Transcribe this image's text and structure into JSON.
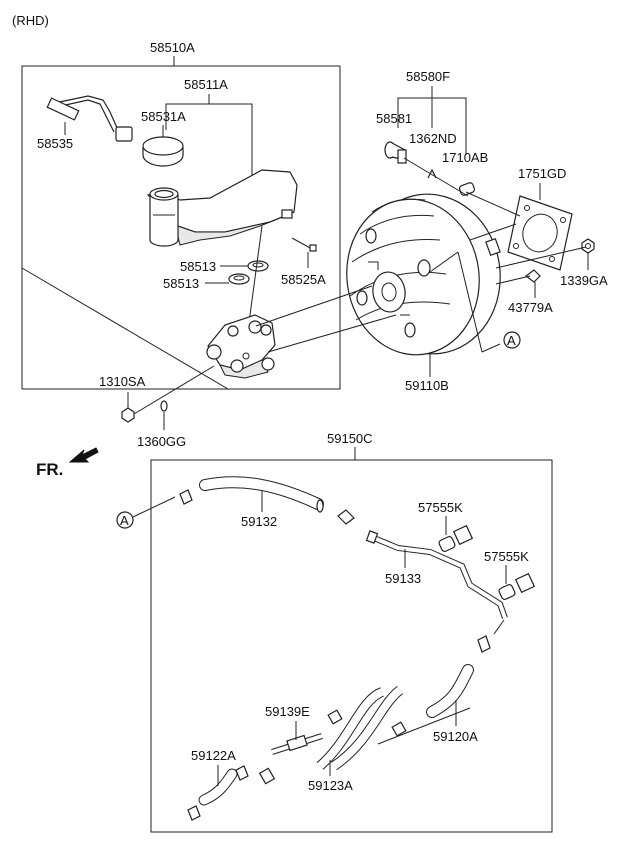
{
  "header": {
    "variant": "(RHD)"
  },
  "direction": {
    "label": "FR."
  },
  "groups": {
    "master_cylinder_assy": "58510A",
    "hose_assy": "59150C"
  },
  "parts": {
    "p58511A": "58511A",
    "p58531A": "58531A",
    "p58535": "58535",
    "p58513a": "58513",
    "p58513b": "58513",
    "p58525A": "58525A",
    "p58580F": "58580F",
    "p58581": "58581",
    "p1362ND": "1362ND",
    "p1710AB": "1710AB",
    "p1751GD": "1751GD",
    "p1339GA": "1339GA",
    "p43779A": "43779A",
    "p59110B": "59110B",
    "p1310SA": "1310SA",
    "p1360GG": "1360GG",
    "p59132": "59132",
    "p57555Ka": "57555K",
    "p57555Kb": "57555K",
    "p59133": "59133",
    "p59139E": "59139E",
    "p59122A": "59122A",
    "p59120A": "59120A",
    "p59123A": "59123A"
  },
  "refs": {
    "a1": "A",
    "a2": "A"
  }
}
